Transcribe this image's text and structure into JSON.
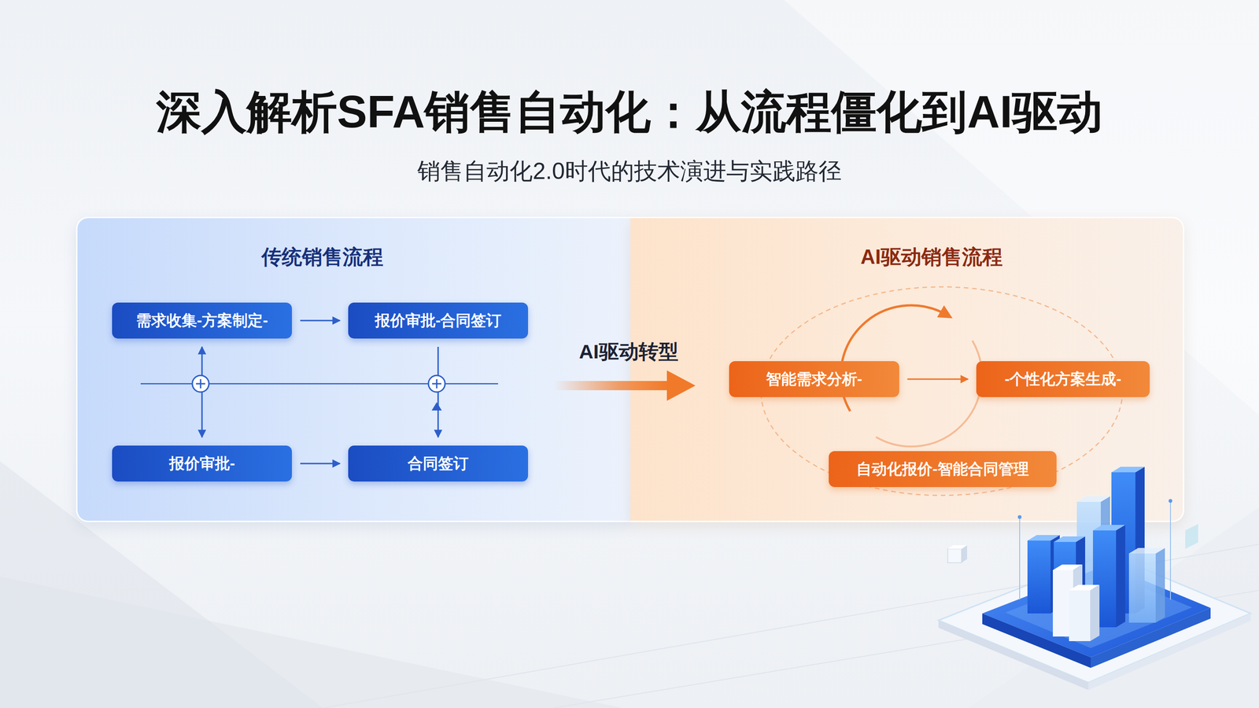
{
  "diagram": {
    "title": "深入解析SFA销售自动化：从流程僵化到AI驱动",
    "nodes": [
      {
        "text": [
          "传统销售流程"
        ]
      },
      {
        "text": [
          "需求收集-方案制定-"
        ],
        "in": 0
      },
      {
        "text": [
          "报价审批-合同签订"
        ],
        "in": 0
      },
      {
        "text": [
          "报价审批-"
        ],
        "in": 0
      },
      {
        "text": [
          "合同签订"
        ],
        "in": 0
      },
      {
        "text": [
          "AI驱动销售流程"
        ]
      },
      {
        "text": [
          "智能需求分析-"
        ],
        "in": 5
      },
      {
        "text": [
          "-个性化方案生成-"
        ],
        "in": 5
      },
      {
        "text": [
          "自动化报价-智能合同管理"
        ],
        "in": 5
      }
    ],
    "edges": [
      {
        "from": 1,
        "to": 2,
        "arrow": "to"
      },
      {
        "from": 3,
        "to": 4,
        "arrow": "to"
      },
      {
        "from": 1,
        "to": 3,
        "arrow": "both"
      },
      {
        "from": 2,
        "to": 4,
        "arrow": "to"
      },
      {
        "from": 6,
        "to": 7,
        "arrow": "to"
      }
    ],
    "labels": [
      "销售自动化2.0时代的技术演进与实践路径",
      "AI驱动转型"
    ]
  }
}
